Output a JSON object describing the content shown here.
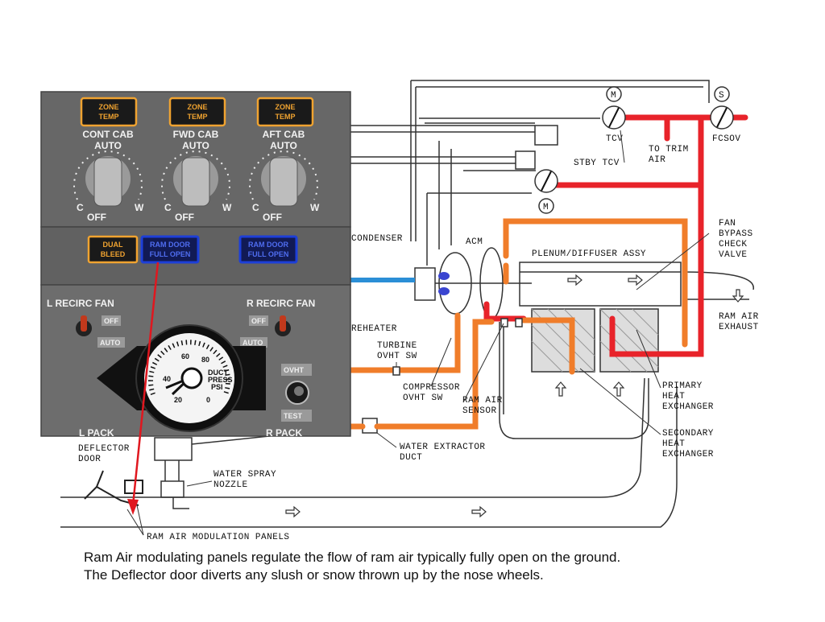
{
  "panel": {
    "zone_temp_label": "ZONE\nTEMP",
    "selectors": [
      {
        "name": "CONT CAB",
        "auto": "AUTO",
        "c": "C",
        "w": "W",
        "off": "OFF"
      },
      {
        "name": "FWD CAB",
        "auto": "AUTO",
        "c": "C",
        "w": "W",
        "off": "OFF"
      },
      {
        "name": "AFT CAB",
        "auto": "AUTO",
        "c": "C",
        "w": "W",
        "off": "OFF"
      }
    ],
    "dual_bleed": [
      "DUAL",
      "BLEED"
    ],
    "ram_door_full_open": [
      "RAM DOOR",
      "FULL OPEN"
    ],
    "l_recirc_fan": "L RECIRC FAN",
    "r_recirc_fan": "R RECIRC FAN",
    "off": "OFF",
    "auto": "AUTO",
    "gauge": {
      "label": [
        "DUCT",
        "PRESS",
        "PSI"
      ],
      "ticks": [
        "0",
        "20",
        "40",
        "60",
        "80"
      ]
    },
    "ovht": "OVHT",
    "test": "TEST",
    "l_pack": "L PACK",
    "r_pack": "R PACK"
  },
  "schematic": {
    "labels": {
      "tcv": "TCV",
      "fcsov": "FCSOV",
      "to_trim_air": [
        "TO TRIM",
        "AIR"
      ],
      "stby_tcv": "STBY TCV",
      "m": "M",
      "s": "S",
      "fan_bypass": [
        "FAN",
        "BYPASS",
        "CHECK",
        "VALVE"
      ],
      "condenser": "CONDENSER",
      "acm": "ACM",
      "plenum": "PLENUM/DIFFUSER ASSY",
      "ram_air_exhaust": [
        "RAM AIR",
        "EXHAUST"
      ],
      "reheater": "REHEATER",
      "turbine_ovht": [
        "TURBINE",
        "OVHT SW"
      ],
      "compressor_ovht": [
        "COMPRESSOR",
        "OVHT SW"
      ],
      "ram_air_sensor": [
        "RAM AIR",
        "SENSOR"
      ],
      "primary_hx": [
        "PRIMARY",
        "HEAT",
        "EXCHANGER"
      ],
      "secondary_hx": [
        "SECONDARY",
        "HEAT",
        "EXCHANGER"
      ],
      "water_extractor": [
        "WATER EXTRACTOR",
        "DUCT"
      ],
      "deflector_door": [
        "L PACK",
        "DEFLECTOR",
        "DOOR"
      ],
      "water_spray": [
        "WATER SPRAY",
        "NOZZLE"
      ],
      "ram_air_mod_panels": "RAM AIR MODULATION PANELS"
    }
  },
  "caption": {
    "line1": "Ram Air modulating panels regulate the flow of ram air typically fully open on the ground.",
    "line2": "The Deflector door diverts any slush or snow thrown up by the nose wheels."
  },
  "colors": {
    "hot_duct": "#e8232a",
    "warm_duct": "#f07d2a",
    "cold_duct": "#2b8fd6",
    "panel_bg": "#6b6b6b",
    "annunciator_amber": "#f0a330",
    "annunciator_blue": "#1d3fd8"
  }
}
